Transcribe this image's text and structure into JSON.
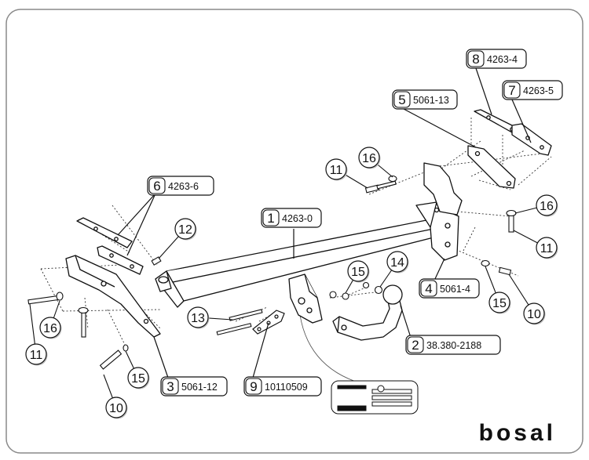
{
  "labels": [
    {
      "num": "1",
      "code": "4263-0"
    },
    {
      "num": "2",
      "code": "38.380-2188"
    },
    {
      "num": "3",
      "code": "5061-12"
    },
    {
      "num": "4",
      "code": "5061-4"
    },
    {
      "num": "5",
      "code": "5061-13"
    },
    {
      "num": "6",
      "code": "4263-6"
    },
    {
      "num": "7",
      "code": "4263-5"
    },
    {
      "num": "8",
      "code": "4263-4"
    },
    {
      "num": "9",
      "code": "10110509"
    }
  ],
  "callouts": [
    "11",
    "16",
    "12",
    "13",
    "15",
    "14",
    "16",
    "11",
    "15",
    "10",
    "16",
    "11",
    "15",
    "10"
  ],
  "brand": "bosal",
  "colors": {
    "line": "#111111",
    "frame": "#8a8a8a",
    "fill": "#ffffff"
  }
}
